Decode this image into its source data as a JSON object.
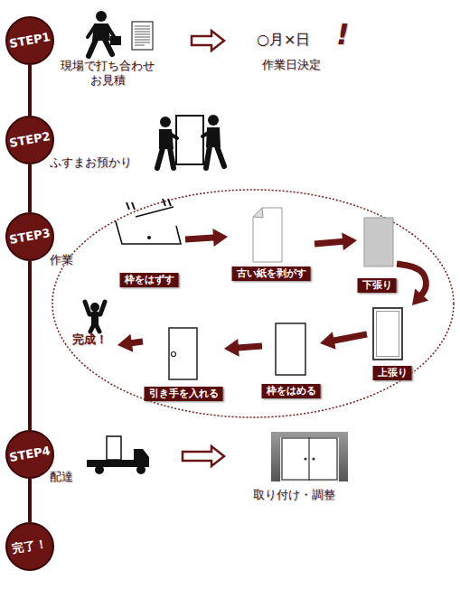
{
  "diagram": {
    "nodes": [
      {
        "text": [
          "STEP1"
        ]
      },
      {
        "text": [
          "現場で打ち合わせ お見積"
        ]
      },
      {
        "text": [
          "○月×日",
          "!",
          "作業日決定"
        ]
      },
      {
        "text": [
          "STEP2"
        ]
      },
      {
        "text": [
          "STEP3"
        ]
      },
      {
        "text": [
          "枠をはずす"
        ]
      },
      {
        "text": [
          "古い紙を剥がす"
        ]
      },
      {
        "text": [
          "下張り"
        ]
      },
      {
        "text": [
          "上張り"
        ]
      },
      {
        "text": [
          "枠をはめる"
        ]
      },
      {
        "text": [
          "引き手を入れる"
        ]
      },
      {
        "text": [
          "完成！"
        ]
      },
      {
        "text": [
          "STEP4"
        ]
      },
      {
        "text": [
          "配達"
        ]
      },
      {
        "text": [
          "取り付け・調整"
        ]
      },
      {
        "text": [
          "完了！"
        ]
      }
    ],
    "edges": [
      {
        "from": 0,
        "to": 3,
        "arrow": "none"
      },
      {
        "from": 3,
        "to": 4,
        "arrow": "none"
      },
      {
        "from": 4,
        "to": 12,
        "arrow": "none"
      },
      {
        "from": 12,
        "to": 15,
        "arrow": "none"
      },
      {
        "from": 1,
        "to": 2,
        "arrow": "to"
      },
      {
        "from": 5,
        "to": 6,
        "arrow": "to"
      },
      {
        "from": 6,
        "to": 7,
        "arrow": "to"
      },
      {
        "from": 7,
        "to": 8,
        "arrow": "to"
      },
      {
        "from": 8,
        "to": 9,
        "arrow": "to"
      },
      {
        "from": 9,
        "to": 10,
        "arrow": "to"
      },
      {
        "from": 10,
        "to": 11,
        "arrow": "to"
      },
      {
        "from": 13,
        "to": 14,
        "arrow": "to"
      }
    ],
    "labels": [
      "ふすまお預かり",
      "作業"
    ]
  }
}
